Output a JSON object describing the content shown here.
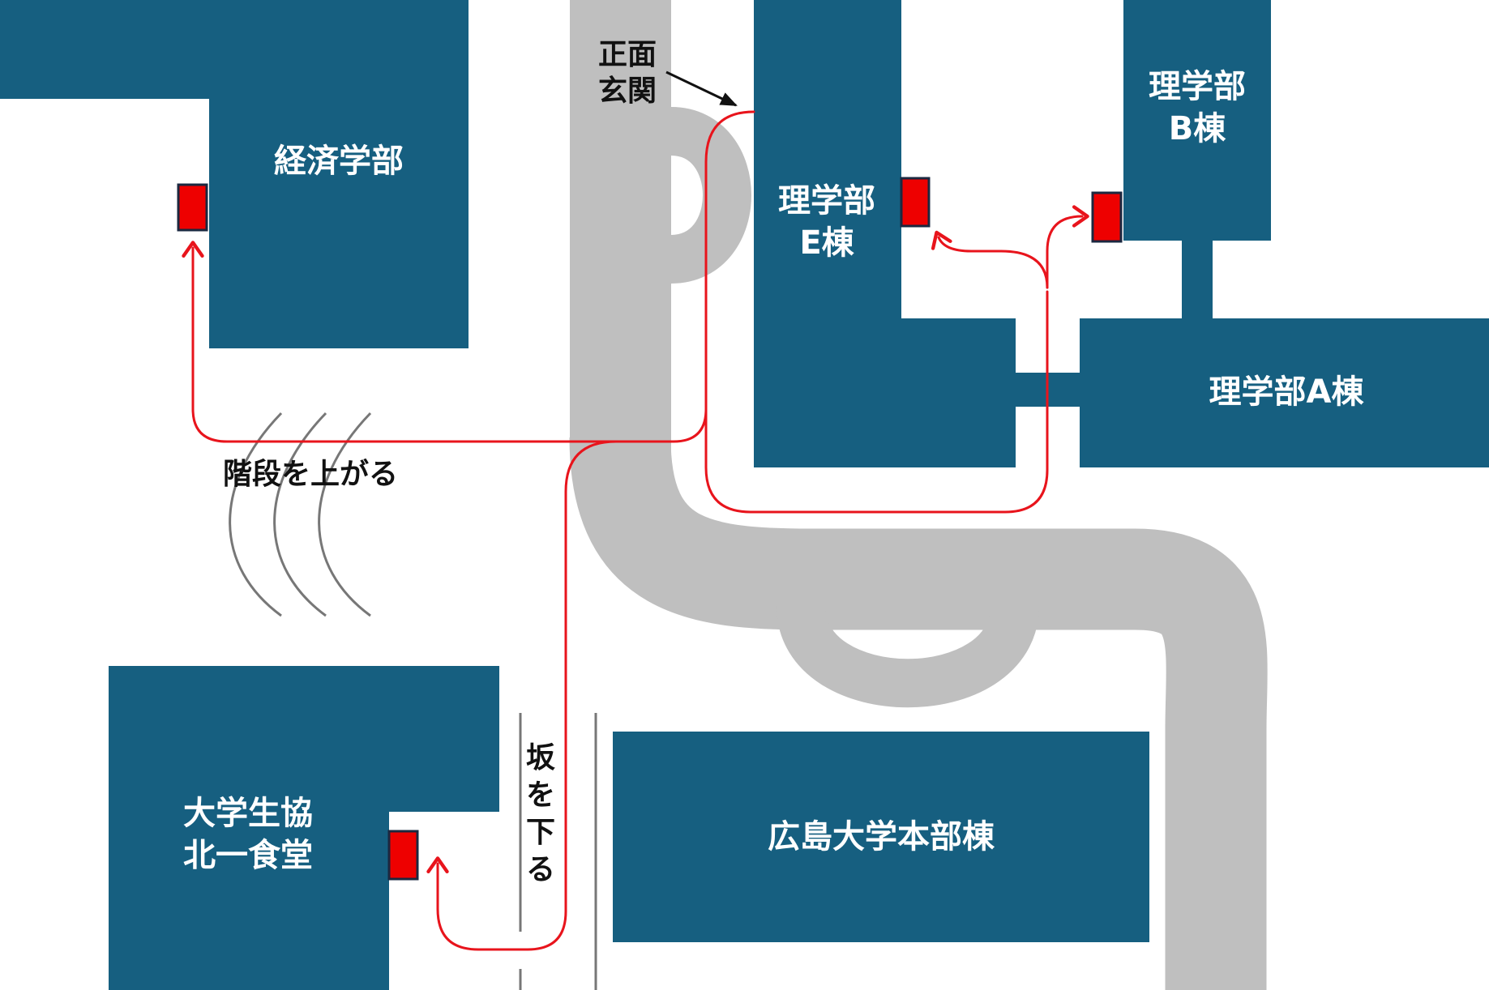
{
  "colors": {
    "building": "#165f80",
    "road": "#bfbfbf",
    "route": "#e8141c",
    "entrance_fill": "#ee0000",
    "entrance_border": "#1b2840",
    "stairs": "#777777",
    "text_dark": "#111111",
    "text_light": "#ffffff"
  },
  "buildings": {
    "economics": {
      "line1": "経済学部"
    },
    "science_e": {
      "line1": "理学部",
      "line2": "E棟"
    },
    "science_b": {
      "line1": "理学部",
      "line2": "B棟"
    },
    "science_a": {
      "line1": "理学部A棟"
    },
    "coop": {
      "line1": "大学生協",
      "line2": "北一食堂"
    },
    "headquarters": {
      "line1": "広島大学本部棟"
    }
  },
  "annotations": {
    "main_entrance": {
      "line1": "正面",
      "line2": "玄関"
    },
    "stairs_up": "階段を上がる",
    "slope_down": [
      "坂",
      "を",
      "下",
      "る"
    ]
  },
  "icons": {
    "entrance_marker": "red-rectangle",
    "route_arrow": "open-arrowhead",
    "stairs": "concentric-arcs"
  }
}
